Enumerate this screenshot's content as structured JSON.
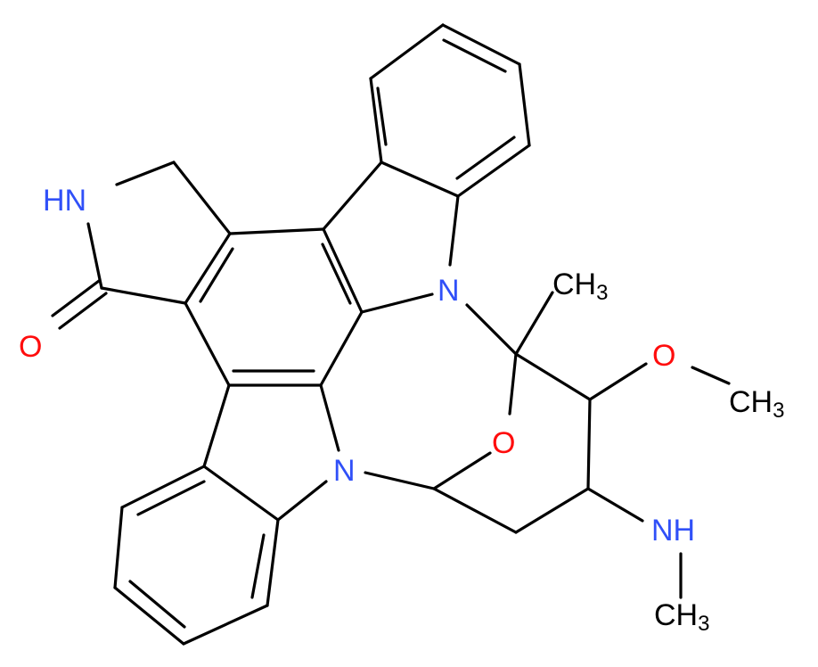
{
  "molecule": {
    "atoms": {
      "hn": {
        "text": "HN",
        "color": "#3050F8"
      },
      "o_carbonyl": {
        "text": "O",
        "color": "#FF0D0D"
      },
      "n_top": {
        "text": "N",
        "color": "#3050F8"
      },
      "n_bottom": {
        "text": "N",
        "color": "#3050F8"
      },
      "o_bridge": {
        "text": "O",
        "color": "#FF0D0D"
      },
      "ch3_top_main": "CH",
      "ch3_top_sub": "3",
      "o_methoxy": {
        "text": "O",
        "color": "#FF0D0D"
      },
      "ch3_methoxy_main": "CH",
      "ch3_methoxy_sub": "3",
      "nh": {
        "text": "NH",
        "color": "#3050F8"
      },
      "ch3_amine_main": "CH",
      "ch3_amine_sub": "3"
    },
    "bond_color": "#000000"
  }
}
